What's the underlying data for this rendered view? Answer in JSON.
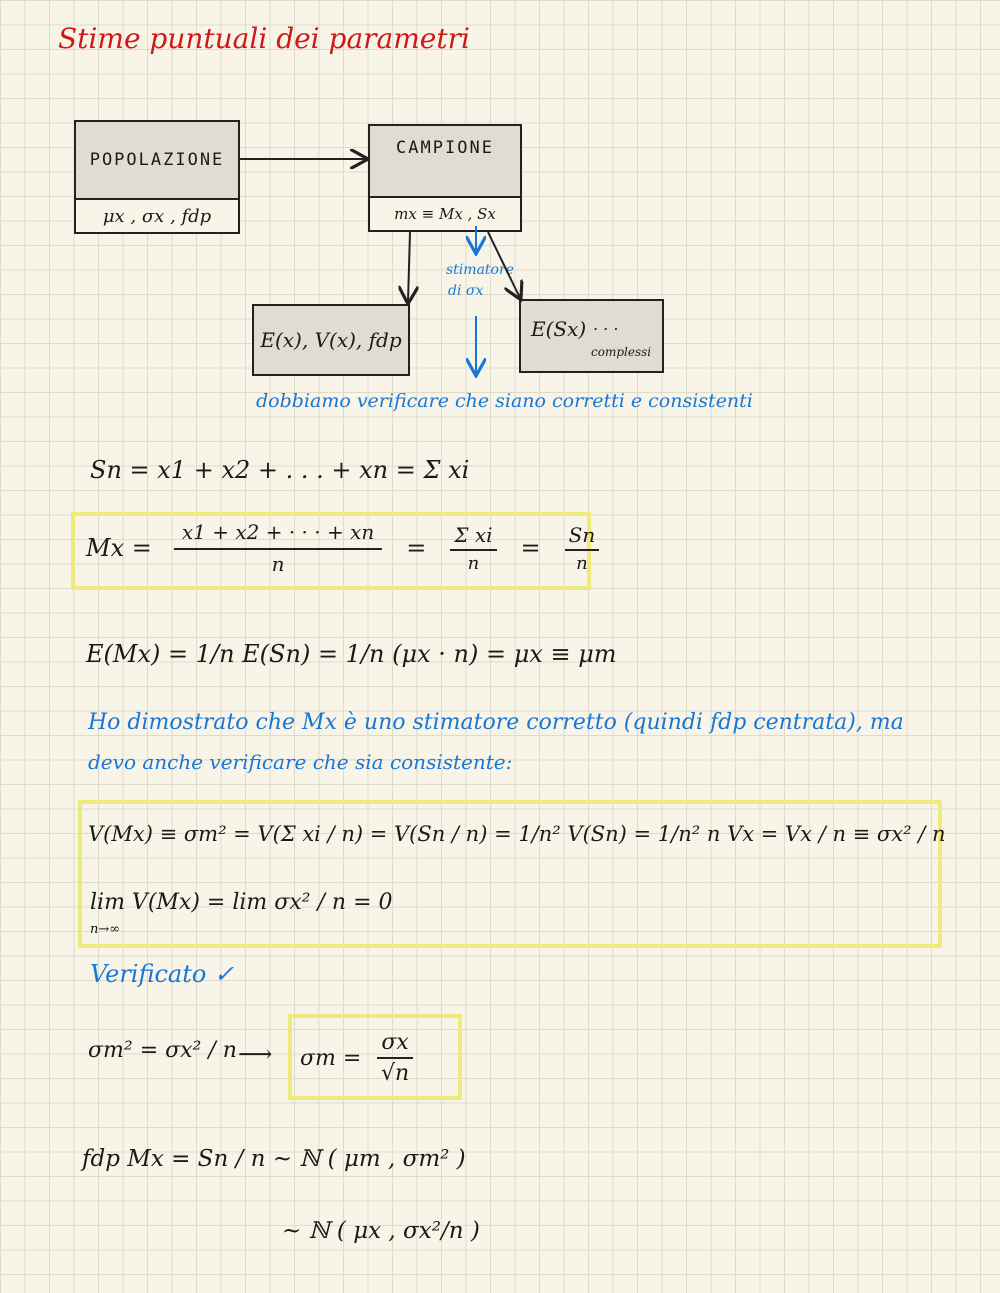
{
  "title": "Stime puntuali dei parametri",
  "diagram": {
    "popolazione": {
      "label": "POPOLAZIONE",
      "params": "μx , σx , fdp"
    },
    "campione": {
      "label": "CAMPIONE",
      "params": "mx ≡ Mx , Sx"
    },
    "left_box": "E(x), V(x), fdp",
    "right_box": "E(Sx)",
    "right_dots": ". . .",
    "right_note": "complessi",
    "stimatore_note_1": "stimatore",
    "stimatore_note_2": "di σx",
    "verify_note": "dobbiamo verificare che siano corretti e consistenti"
  },
  "equations": {
    "sn": "Sn = x1 + x2 + . . . + xn = Σ xi",
    "mx_lhs": "Mx =",
    "mx_num": "x1 + x2 + · · · + xn",
    "mx_den": "n",
    "mx_mid_num": "Σ xi",
    "mx_mid_den": "n",
    "mx_right_num": "Sn",
    "mx_right_den": "n",
    "emx": "E(Mx) = 1/n E(Sn) = 1/n (μx · n) = μx ≡ μm",
    "note_1": "Ho dimostrato che Mx è uno stimatore corretto (quindi fdp centrata), ma",
    "note_2": "devo anche verificare che sia consistente:",
    "vmx": "V(Mx) ≡ σm² = V(Σ xi / n) = V(Sn / n) = 1/n² V(Sn) = 1/n² n Vx = Vx / n ≡ σx² / n",
    "limit": "lim V(Mx) = lim σx² / n = 0",
    "limit_sub": "n→∞",
    "verificato": "Verificato ✓",
    "sigma_sq": "σm² = σx² / n",
    "sigma_arrow": "⟶",
    "sigma_result_lhs": "σm =",
    "sigma_result_num": "σx",
    "sigma_result_den": "√n",
    "fdp_1": "fdp Mx = Sn / n ~ ℕ ( μm , σm² )",
    "fdp_2": "~ ℕ ( μx , σx²/n )"
  },
  "colors": {
    "title": "#d01818",
    "note": "#1877d6",
    "highlight": "#eeea7c"
  }
}
